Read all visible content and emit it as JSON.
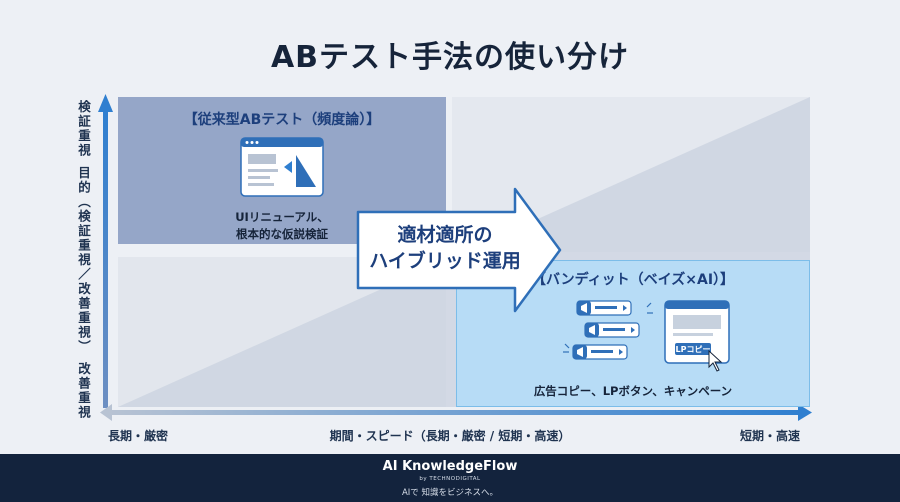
{
  "title": "ABテスト手法の使い分け",
  "y_axis": {
    "top": "検証重視",
    "middle": "目的（検証重視／改善重視）",
    "bottom": "改善重視"
  },
  "x_axis": {
    "left": "長期・厳密",
    "middle": "期間・スピード（長期・厳密 / 短期・高速）",
    "right": "短期・高速"
  },
  "quadrants": {
    "top_left": {
      "heading": "【従来型ABテスト（頻度論）】",
      "desc_line1": "UIリニューアル、",
      "desc_line2": "根本的な仮説検証"
    },
    "bottom_right": {
      "heading": "【バンディット（ベイズ×AI）】",
      "desc": "広告コピー、LPボタン、キャンペーン",
      "button_label": "LPコピー"
    }
  },
  "center": {
    "line1": "適材適所の",
    "line2": "ハイブリッド運用"
  },
  "footer": {
    "brand": "AI KnowledgeFlow",
    "byline": "by TECHNODIGITAL",
    "tagline": "AIで 知識をビジネスへ。"
  },
  "colors": {
    "accent": "#2f7fd0",
    "dark_navy": "#13233d",
    "quadrant_blue": "#95a6c8",
    "quadrant_light_blue": "#b7dcf6"
  }
}
